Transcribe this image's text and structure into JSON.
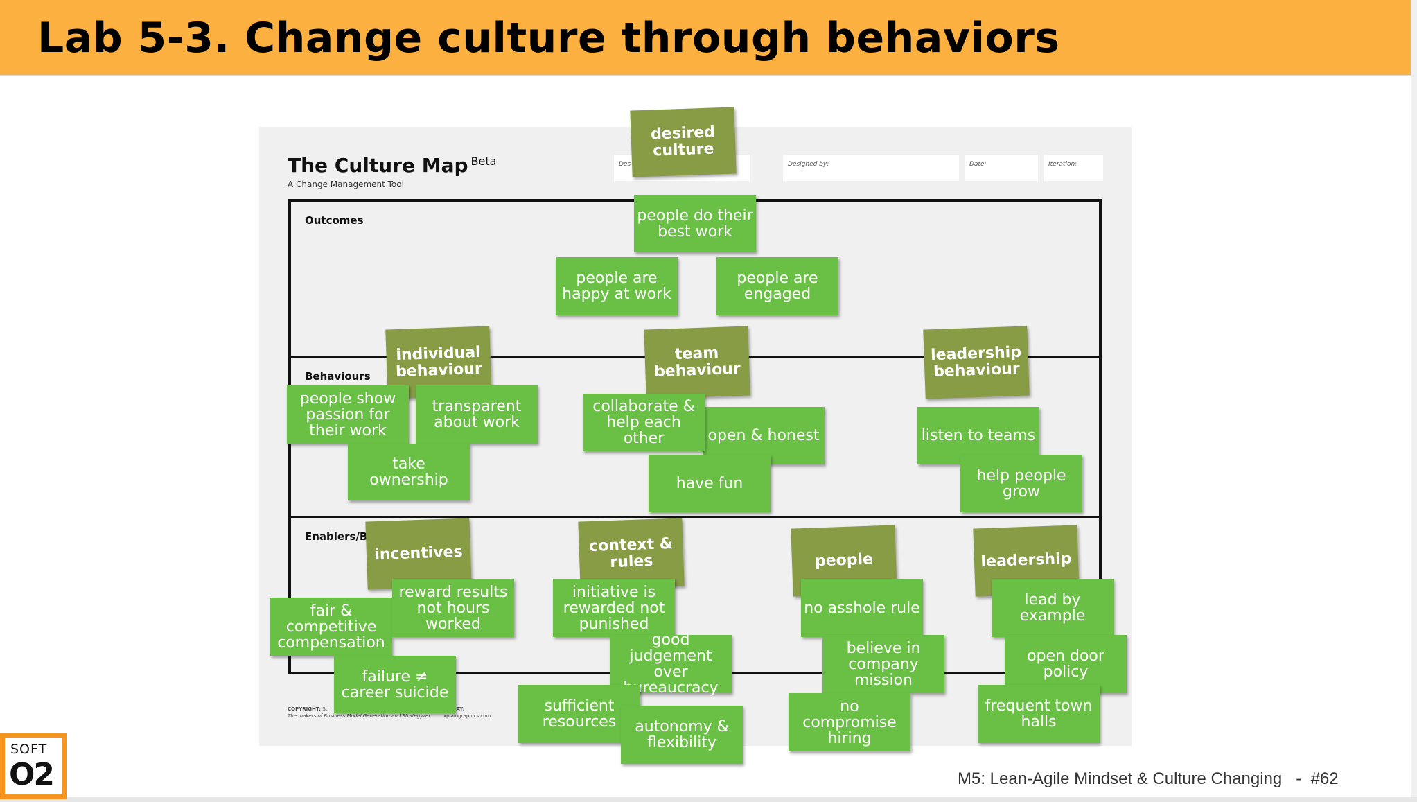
{
  "slide": {
    "title": "Lab 5-3. Change culture through behaviors",
    "footer": "M5: Lean-Agile Mindset & Culture Changing   -  #62",
    "logo": {
      "line1": "SOFT",
      "line2": "O2"
    }
  },
  "colors": {
    "header": "#fbb040",
    "note_green": "#6abf45",
    "note_olive": "#879c45",
    "logo": "#f7941d"
  },
  "culture_map": {
    "title": "The Culture Map",
    "beta": "Beta",
    "subtitle": "A Change Management Tool",
    "fields": {
      "designed_for": "Des",
      "designed_by": "Designed by:",
      "date": "Date:",
      "iteration": "Iteration:"
    },
    "sections": {
      "outcomes": "Outcomes",
      "behaviours": "Behaviours",
      "enablers": "Enablers/B"
    },
    "copyright": {
      "label": "COPYRIGHT:",
      "text": "Str",
      "small": "The makers of Business Model Generation and Strategyzer",
      "label2": "E GRAY:",
      "small2": "xplaingrapnics.com"
    }
  },
  "notes": {
    "desired_culture": "desired culture",
    "best_work": "people do their best work",
    "happy": "people are happy at work",
    "engaged": "people are engaged",
    "individual_behaviour": "individual behaviour",
    "team_behaviour": "team behaviour",
    "leadership_behaviour": "leadership behaviour",
    "passion": "people show passion for their work",
    "transparent": "transparent about work",
    "take_ownership": "take ownership",
    "collaborate": "collaborate & help each other",
    "open_honest": "open & honest",
    "have_fun": "have fun",
    "listen": "listen to teams",
    "help_grow": "help people grow",
    "incentives": "incentives",
    "context_rules": "context & rules",
    "people": "people",
    "leadership": "leadership",
    "reward_results": "reward results not hours worked",
    "fair_comp": "fair & competitive compensation",
    "failure": "failure ≠ career suicide",
    "initiative": "initiative is rewarded not punished",
    "good_judgement": "good judgement over bureaucracy",
    "sufficient": "sufficient resources",
    "autonomy": "autonomy & flexibility",
    "no_asshole": "no asshole rule",
    "believe": "believe in company mission",
    "no_compromise": "no compromise hiring",
    "lead_example": "lead by example",
    "open_door": "open door policy",
    "town_halls": "frequent town halls"
  }
}
